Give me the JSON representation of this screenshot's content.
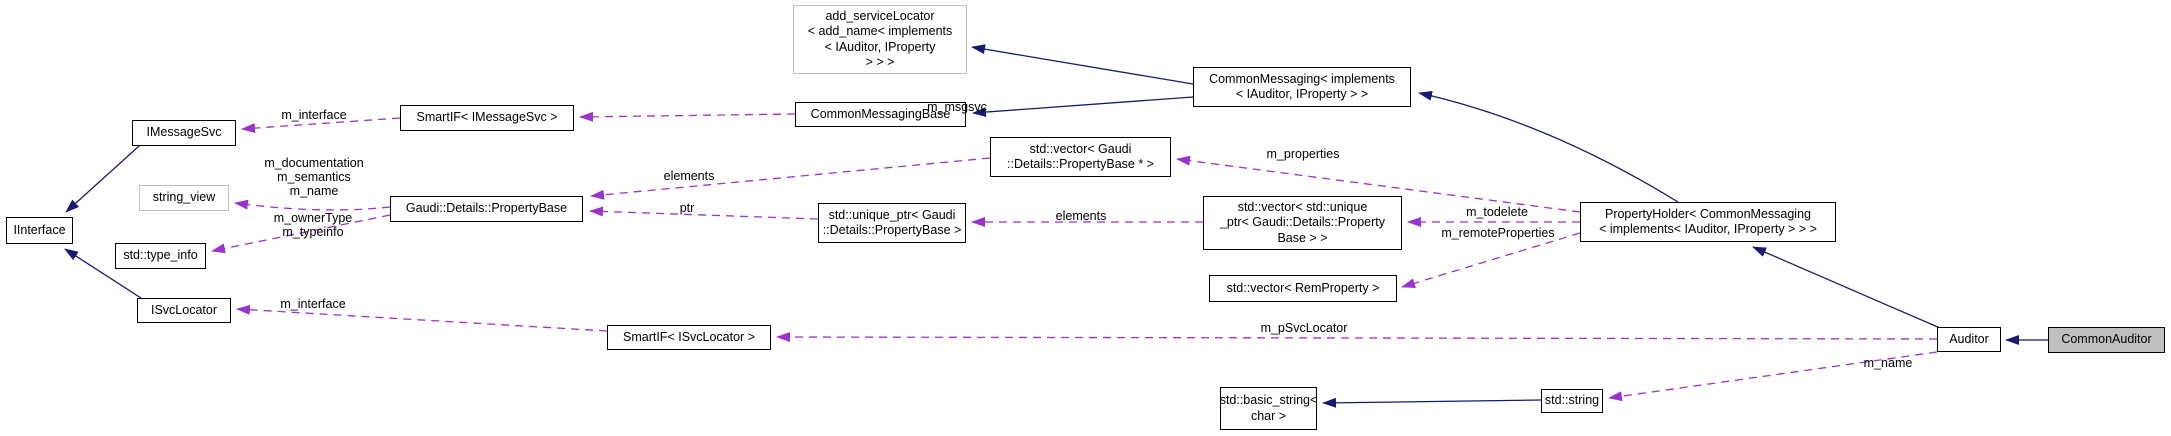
{
  "diagram": {
    "type": "collaboration-graph",
    "colors": {
      "inheritance_edge": "#191970",
      "usage_edge": "#9a32cd",
      "node_border": "#000000",
      "external_node_border": "#bfbfbf",
      "current_node_fill": "#bfbfbf",
      "background": "#ffffff"
    }
  },
  "nodes": {
    "add_service_locator": "add_serviceLocator\n< add_name< implements\n< IAuditor, IProperty\n> > >",
    "common_messaging": "CommonMessaging< implements\n< IAuditor, IProperty > >",
    "common_messaging_base": "CommonMessagingBase",
    "smartif_imessagesvc": "SmartIF< IMessageSvc >",
    "imessagesvc": "IMessageSvc",
    "string_view": "string_view",
    "iinterface": "IInterface",
    "property_base": "Gaudi::Details::PropertyBase",
    "type_info": "std::type_info",
    "isvclocator": "ISvcLocator",
    "smartif_isvclocator": "SmartIF< ISvcLocator >",
    "vector_property_base_ptr": "std::vector< Gaudi\n::Details::PropertyBase * >",
    "unique_ptr_property_base": "std::unique_ptr< Gaudi\n::Details::PropertyBase >",
    "vector_unique_ptr": "std::vector< std::unique\n_ptr< Gaudi::Details::Property\nBase > >",
    "vector_rem_property": "std::vector< RemProperty >",
    "property_holder": "PropertyHolder< CommonMessaging\n< implements< IAuditor, IProperty > > >",
    "auditor": "Auditor",
    "common_auditor": "CommonAuditor",
    "basic_string": "std::basic_string<\nchar >",
    "string": "std::string"
  },
  "edge_labels": {
    "m_interface_msgsvc": "m_interface",
    "m_msgsvc": "m_msgsvc",
    "m_doc_group": "m_documentation\nm_semantics\nm_name",
    "m_owner_group": "m_ownerType\nm_typeinfo",
    "elements_vector": "elements",
    "ptr": "ptr",
    "elements_unique": "elements",
    "m_properties": "m_properties",
    "m_todelete": "m_todelete",
    "m_remote_properties": "m_remoteProperties",
    "m_interface_svclocator": "m_interface",
    "m_psvclocator": "m_pSvcLocator",
    "m_name": "m_name"
  }
}
